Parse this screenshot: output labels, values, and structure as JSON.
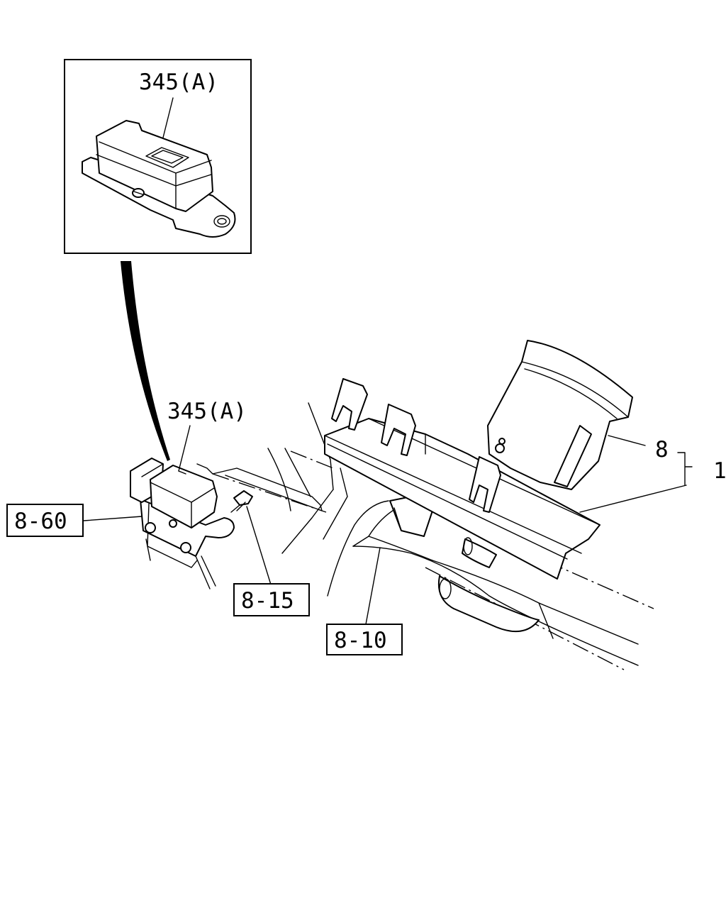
{
  "callouts": {
    "inset_part": "345(A)",
    "main_part": "345(A)",
    "part_8": "8",
    "part_1": "1",
    "part_8_60": "8-60",
    "part_8_15": "8-15",
    "part_8_10": "8-10"
  }
}
